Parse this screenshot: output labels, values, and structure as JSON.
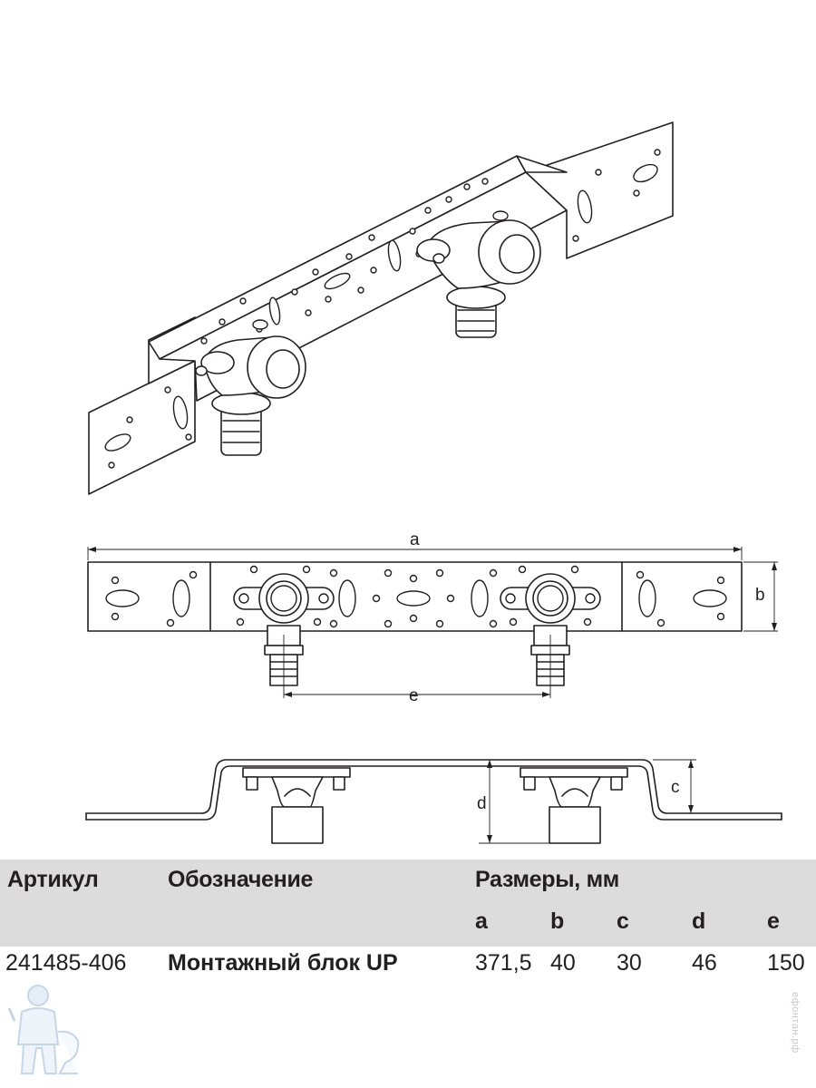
{
  "drawing": {
    "dim_labels": {
      "a": "a",
      "b": "b",
      "c": "c",
      "d": "d",
      "e": "e"
    }
  },
  "table": {
    "headers": {
      "article": "Артикул",
      "designation": "Обозначение",
      "dimensions": "Размеры, мм",
      "a": "a",
      "b": "b",
      "c": "c",
      "d": "d",
      "e": "e"
    },
    "rows": [
      {
        "article": "241485-406",
        "designation": "Монтажный блок UP",
        "a": "371,5",
        "b": "40",
        "c": "30",
        "d": "46",
        "e": "150"
      }
    ],
    "header_bg": "#dcdcdc"
  },
  "watermark": {
    "text": "ефонтан.рф",
    "icon": "plumber-mascot-icon"
  }
}
